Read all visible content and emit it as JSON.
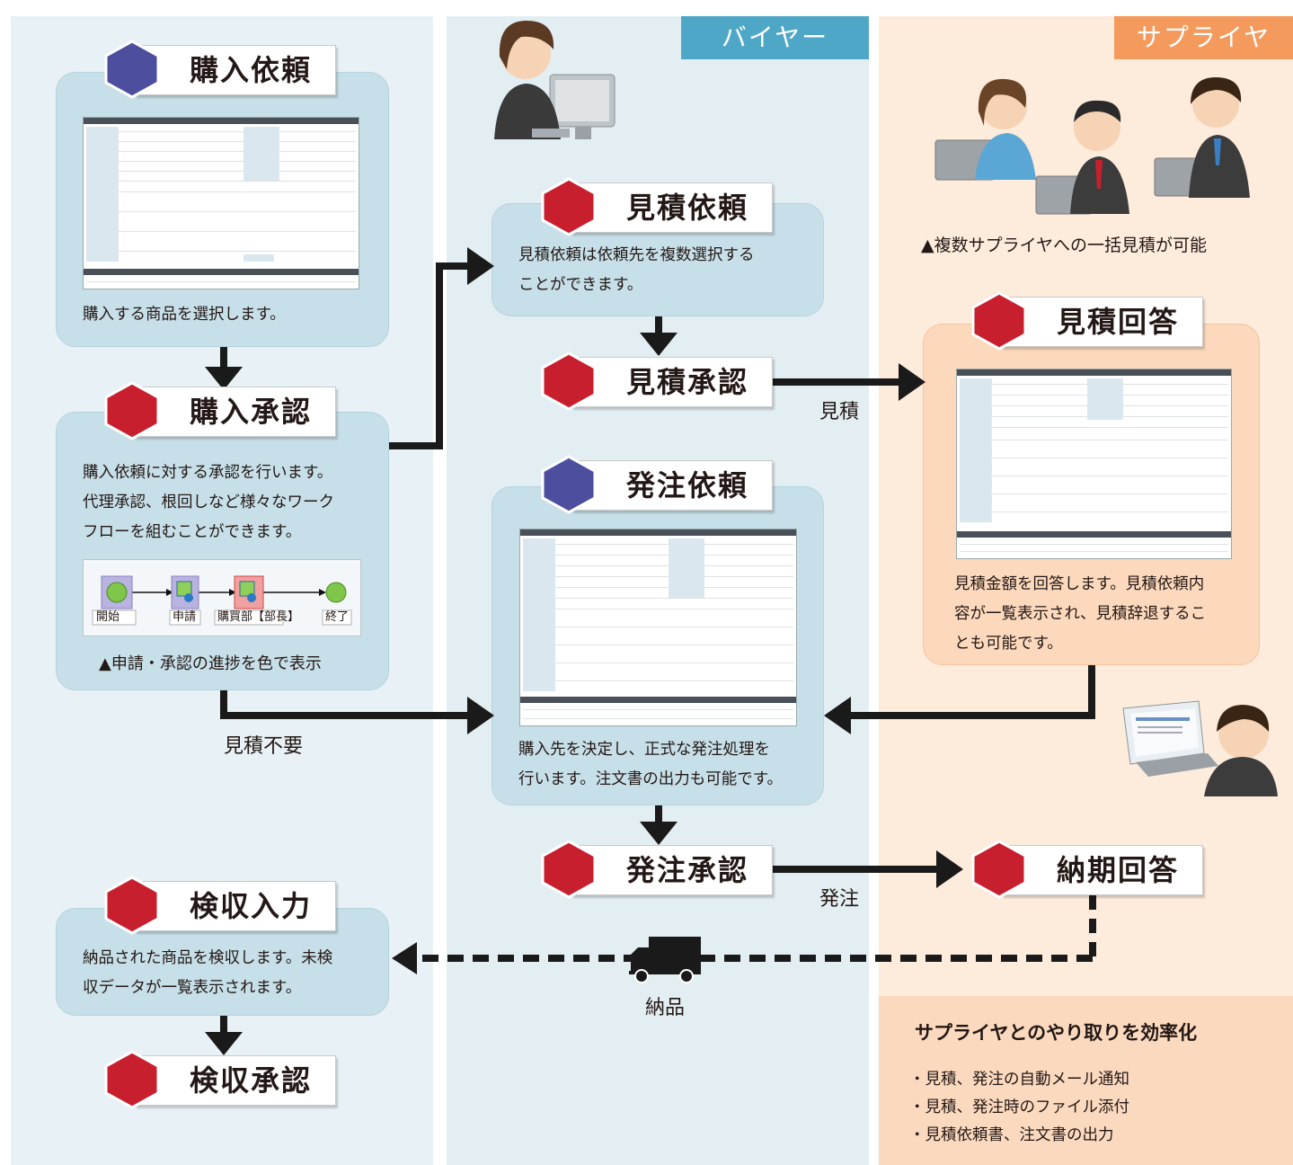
{
  "lanes": {
    "buyer": "バイヤー",
    "supplier": "サプライヤ"
  },
  "steps": {
    "purchase_request": {
      "title": "購入依頼",
      "desc": "購入する商品を選択します。"
    },
    "purchase_approval": {
      "title": "購入承認",
      "desc": [
        "購入依頼に対する承認を行います。",
        "代理承認、根回しなど様々なワーク",
        "フローを組むことができます。"
      ]
    },
    "quote_request": {
      "title": "見積依頼",
      "desc": [
        "見積依頼は依頼先を複数選択する",
        "ことができます。"
      ]
    },
    "quote_approval": {
      "title": "見積承認"
    },
    "order_request": {
      "title": "発注依頼",
      "desc": [
        "購入先を決定し、正式な発注処理を",
        "行います。注文書の出力も可能です。"
      ]
    },
    "order_approval": {
      "title": "発注承認"
    },
    "quote_response": {
      "title": "見積回答",
      "desc": [
        "見積金額を回答します。見積依頼内",
        "容が一覧表示され、見積辞退するこ",
        "とも可能です。"
      ]
    },
    "delivery_response": {
      "title": "納期回答"
    },
    "inspection_input": {
      "title": "検収入力",
      "desc": [
        "納品された商品を検収します。未検",
        "収データが一覧表示されます。"
      ]
    },
    "inspection_approval": {
      "title": "検収承認"
    }
  },
  "workflow": {
    "nodes": [
      "開始",
      "申請",
      "購買部【部長】",
      "終了"
    ],
    "caption": "▲申請・承認の進捗を色で表示"
  },
  "supplier_caption": "▲複数サプライヤへの一括見積が可能",
  "edge_labels": {
    "quote": "見積",
    "no_quote": "見積不要",
    "order": "発注",
    "delivery": "納品"
  },
  "benefits": {
    "title": "サプライヤとのやり取りを効率化",
    "items": [
      "・見積、発注の自動メール通知",
      "・見積、発注時のファイル添付",
      "・見積依頼書、注文書の出力"
    ]
  },
  "colors": {
    "hex_blue": "#4d4f9e",
    "hex_red": "#c81f2e",
    "card_blue": "#c7dfe8",
    "card_orange": "#fcd9bc",
    "buyer_header": "#4fa7c8",
    "supplier_header": "#f39a5c"
  }
}
